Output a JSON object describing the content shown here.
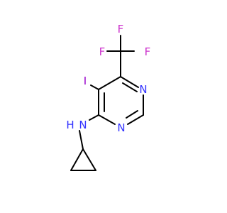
{
  "molecule": {
    "colors": {
      "bond": "#000000",
      "nitrogen": "#3333ff",
      "fluorine": "#cc33cc",
      "iodine": "#9900cc"
    },
    "atoms": {
      "f_top": {
        "text": "F",
        "color_key": "fluorine"
      },
      "f_left": {
        "text": "F",
        "color_key": "fluorine"
      },
      "f_right": {
        "text": "F",
        "color_key": "fluorine"
      },
      "iodine": {
        "text": "I",
        "color_key": "iodine"
      },
      "n_ring_top": {
        "text": "N",
        "color_key": "nitrogen"
      },
      "n_ring_bottom": {
        "text": "N",
        "color_key": "nitrogen"
      },
      "n_amine": {
        "text": "N",
        "color_key": "nitrogen"
      },
      "h_amine": {
        "text": "H",
        "color_key": "nitrogen"
      }
    }
  }
}
